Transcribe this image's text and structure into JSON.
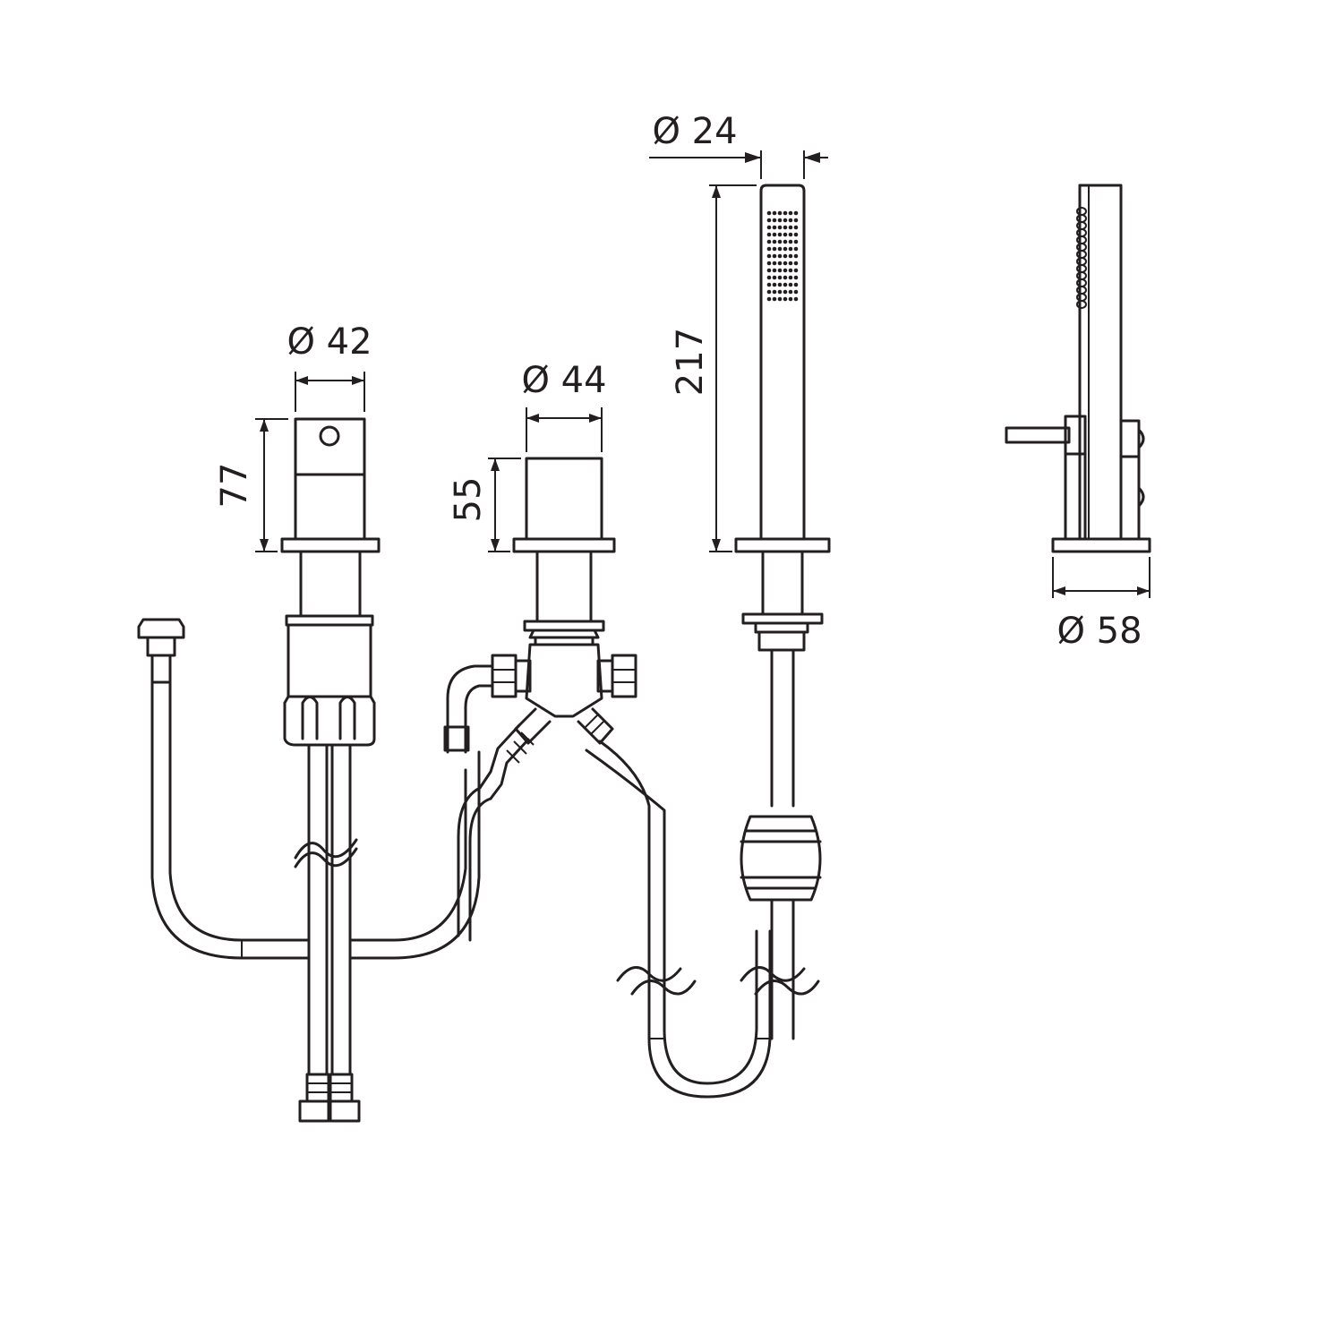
{
  "dimensions": {
    "mixer_diameter": "Ø 42",
    "mixer_height": "77",
    "diverter_diameter": "Ø 44",
    "diverter_height": "55",
    "handshower_diameter": "Ø 24",
    "handshower_length": "217",
    "base_diameter": "Ø 58"
  },
  "colors": {
    "line": "#231f20",
    "background": "#ffffff"
  }
}
